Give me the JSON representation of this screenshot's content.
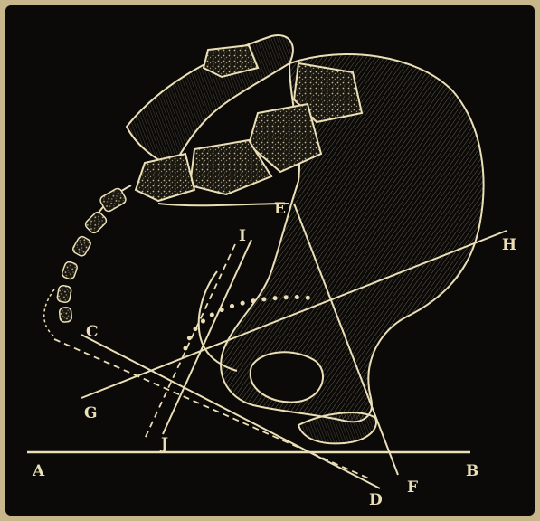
{
  "figure": {
    "labels": {
      "A": "A",
      "B": "B",
      "C": "C",
      "D": "D",
      "E": "E",
      "F": "F",
      "G": "G",
      "H": "H",
      "I": "I",
      "J": "J"
    },
    "colors": {
      "background": "#0b0a08",
      "frame": "#c7b78a",
      "ink": "#eadfb6",
      "bone_shade": "#8f8563"
    }
  }
}
